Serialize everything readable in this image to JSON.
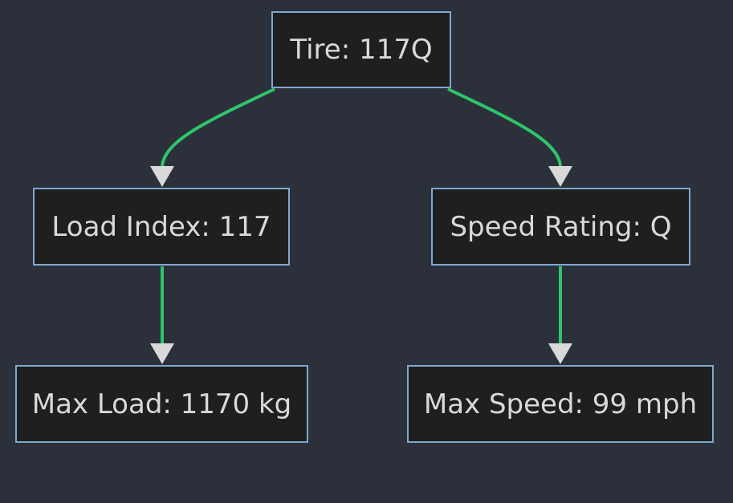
{
  "diagram": {
    "type": "flowchart",
    "direction": "top-down",
    "colors": {
      "background": "#2b303b",
      "node_fill": "#1f1f1f",
      "node_border": "#7fa8cf",
      "node_text": "#d9d9d9",
      "edge": "#2ec56b",
      "arrowhead": "#d9d9d9"
    },
    "nodes": {
      "tire": "Tire: 117Q",
      "load_index": "Load Index: 117",
      "speed_rating": "Speed Rating: Q",
      "max_load": "Max Load: 1170 kg",
      "max_speed": "Max Speed: 99 mph"
    },
    "edges": [
      {
        "from": "tire",
        "to": "load_index"
      },
      {
        "from": "tire",
        "to": "speed_rating"
      },
      {
        "from": "load_index",
        "to": "max_load"
      },
      {
        "from": "speed_rating",
        "to": "max_speed"
      }
    ]
  }
}
